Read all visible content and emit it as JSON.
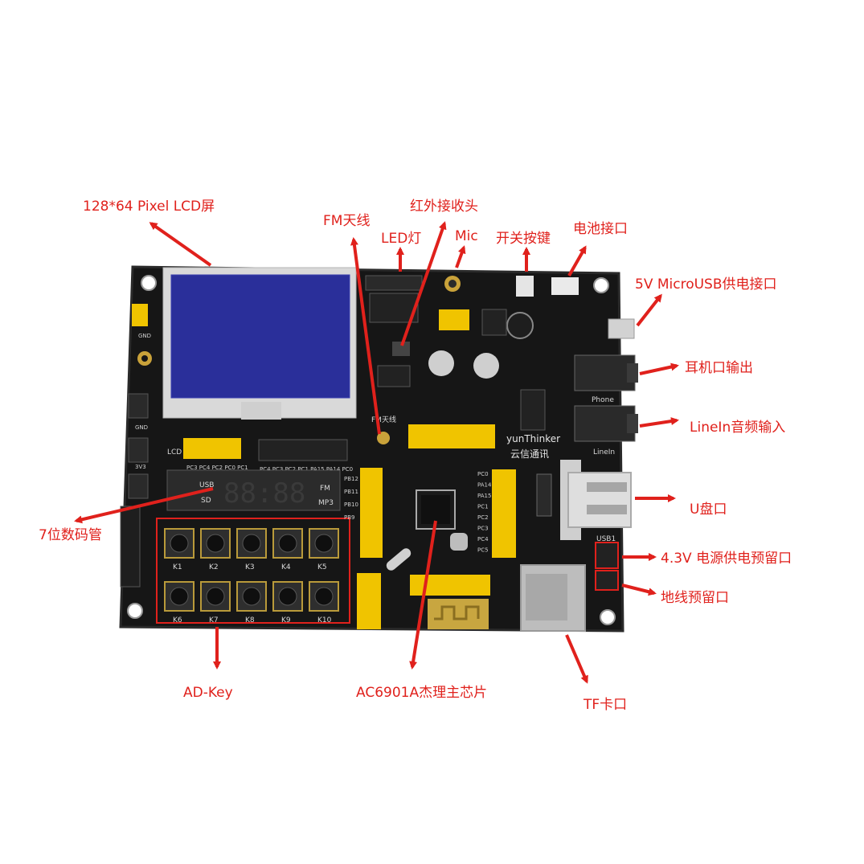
{
  "colors": {
    "label": "#e0211c",
    "board": "#141414",
    "header": "#f0c400",
    "lcd": "#2a2f9a"
  },
  "board": {
    "brand": "yunThinker",
    "brand_cn": "云信通讯",
    "fm_silk": "FM天线",
    "usb1_silk": "USB1",
    "phone_silk": "Phone",
    "linein_silk": "LineIn",
    "gnd_silk": "GND",
    "v33_silk": "3V3",
    "lcd_silk": "LCD",
    "seg_usb": "USB",
    "seg_sd": "SD",
    "seg_fm": "FM",
    "seg_mp3": "MP3",
    "seg_digits": "88:88",
    "pins_row": "PC3 PC4 PC2 PC0 PC1",
    "pins_row2": "PC4 PC3 PC2 PC1 PA15 PA14 PC0",
    "pins_left": [
      "PB12",
      "PB11",
      "PB10",
      "PB9"
    ],
    "pins_right": [
      "PC0",
      "PA14",
      "PA15",
      "PC1",
      "PC2",
      "PC3",
      "PC4",
      "PC5"
    ],
    "key_labels": [
      "K1",
      "K2",
      "K3",
      "K4",
      "K5",
      "K6",
      "K7",
      "K8",
      "K9",
      "K10"
    ]
  },
  "labels": {
    "lcd": "128*64 Pixel LCD屏",
    "fm": "FM天线",
    "ir": "红外接收头",
    "led": "LED灯",
    "mic": "Mic",
    "switch": "开关按键",
    "battery": "电池接口",
    "usb_power": "5V MicroUSB供电接口",
    "headphone": "耳机口输出",
    "linein": "LineIn音频输入",
    "udisk": "U盘口",
    "power43": "4.3V 电源供电预留口",
    "ground": "地线预留口",
    "seg7": "7位数码管",
    "adkey": "AD-Key",
    "chip": "AC6901A杰理主芯片",
    "tf": "TF卡口"
  }
}
